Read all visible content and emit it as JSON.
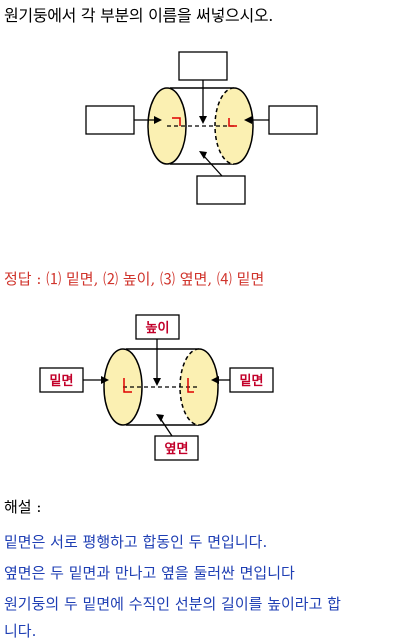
{
  "question": "원기둥에서 각 부분의 이름을 써넣으시오.",
  "answer": {
    "prefix": "정답 : ",
    "text": "⑴ 밑면, ⑵ 높이, ⑶ 옆면, ⑷ 밑면"
  },
  "diagram2_labels": {
    "top": "높이",
    "left": "밑면",
    "right": "밑면",
    "bottom": "옆면"
  },
  "explanation": {
    "heading": "해설 :",
    "lines": [
      "밑면은 서로 평행하고 합동인 두 면입니다.",
      "옆면은 두 밑면과 만나고 옆을 둘러싼 면입니다",
      "원기둥의 두 밑면에 수직인 선분의 길이를 높이라고 합",
      "니다."
    ]
  },
  "colors": {
    "answer": "#d0342c",
    "explanation_text": "#1f3fb4",
    "base_fill": "#fbf0b2",
    "label_text": "#c2002a"
  }
}
